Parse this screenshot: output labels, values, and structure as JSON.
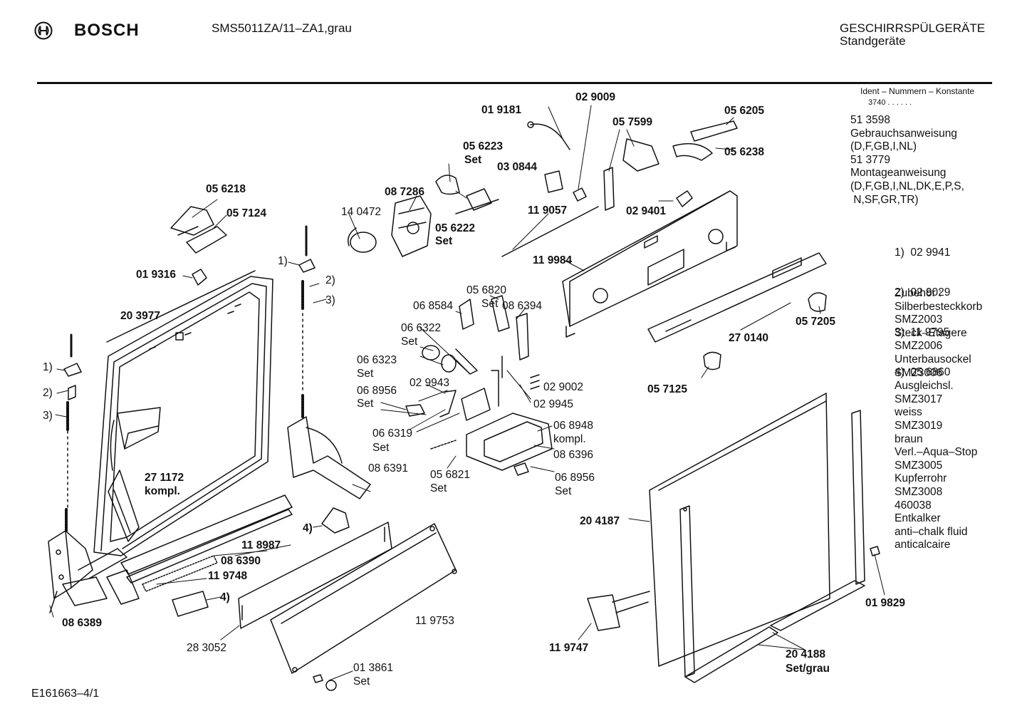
{
  "header": {
    "brand": "BOSCH",
    "model": "SMS5011ZA/11–ZA1,grau",
    "category": "GESCHIRRSPÜLGERÄTE",
    "subcategory": "Standgeräte"
  },
  "footer": {
    "code": "E161663–4/1"
  },
  "sidebar": {
    "ident_title": "Ident – Nummern – Konstante",
    "ident_value": "3740 .  .  .  .  .  .",
    "docs": [
      "51 3598",
      "Gebrauchsanweisung",
      "(D,F,GB,I,NL)",
      "51 3779",
      "Montageanweisung",
      "(D,F,GB,I,NL,DK,E,P,S,",
      " N,SF,GR,TR)"
    ],
    "footnotes": [
      "1)  02 9941",
      "2)  02 9029",
      "3)  11 9795",
      "4)  05 6860"
    ],
    "accessories": [
      "Zubehör :",
      "Silberbesteckkorb",
      "SMZ2003",
      "Steck–Etagere",
      "SMZ2006",
      "Unterbausockel",
      "SMZ3006",
      "Ausgleichsl.",
      "SMZ3017",
      "weiss",
      "SMZ3019",
      "braun",
      "Verl.–Aqua–Stop",
      "SMZ3005",
      "Kupferrohr",
      "SMZ3008",
      "460038",
      "Entkalker",
      "anti–chalk fluid",
      "anticalcaire"
    ]
  },
  "labels": {
    "p019181": "01 9181",
    "p029009": "02 9009",
    "p056205": "05 6205",
    "p057599": "05 7599",
    "p056223": "05 6223",
    "p056223set": "Set",
    "p030844": "03 0844",
    "p056238": "05 6238",
    "p087286": "08 7286",
    "p140472": "14 0472",
    "p056218": "05 6218",
    "p057124": "05 7124",
    "p119057": "11 9057",
    "p029401": "02 9401",
    "p056222": "05 6222",
    "p056222set": "Set",
    "p119984": "11 9984",
    "p019316": "01 9316",
    "fn1a": "1)",
    "fn2a": "2)",
    "fn3a": "3)",
    "p203977": "20 3977",
    "p056820": "05 6820",
    "p056820set": "Set",
    "p068584": "06 8584",
    "p086394": "08 6394",
    "p066322": "06 6322",
    "p066322set": "Set",
    "p057205": "05 7205",
    "p270140": "27 0140",
    "p066323": "06 6323",
    "p066323set": "Set",
    "p029002": "02 9002",
    "p029943": "02 9943",
    "p068956a": "06 8956",
    "p068956aset": "Set",
    "p029945": "02 9945",
    "p057125": "05 7125",
    "fn1b": "1)",
    "fn2b": "2)",
    "fn3b": "3)",
    "p068948": "06 8948",
    "p068948k": "kompl.",
    "p066319": "06 6319",
    "p066319set": "Set",
    "p086396": "08 6396",
    "p271172": "27 1172",
    "p271172k": "kompl.",
    "p086391": "08 6391",
    "p056821": "05 6821",
    "p056821set": "Set",
    "p068956b": "06 8956",
    "p068956bset": "Set",
    "p204187": "20 4187",
    "fn4a": "4)",
    "p118987": "11 8987",
    "p086390": "08 6390",
    "p119748": "11 9748",
    "fn4b": "4)",
    "p019829": "01 9829",
    "p086389": "08 6389",
    "p119753": "11 9753",
    "p119747": "11 9747",
    "p283052": "28 3052",
    "p204188": "20 4188",
    "p204188set": "Set/grau",
    "p013861": "01 3861",
    "p013861set": "Set"
  }
}
